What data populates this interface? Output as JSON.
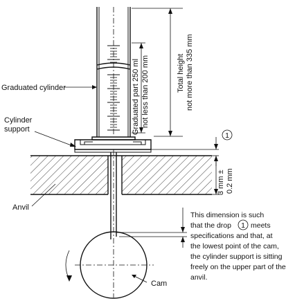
{
  "labels": {
    "graduated_cylinder": "Graduated cylinder",
    "cylinder_support_1": "Cylinder",
    "cylinder_support_2": "support",
    "anvil": "Anvil",
    "cam": "Cam",
    "graduated_part_1": "Graduated part 250 ml",
    "graduated_part_2": "not less than 200 mm",
    "total_height_1": "Total height",
    "total_height_2": "not more than 335 mm",
    "gap_1": "3 mm ±",
    "gap_2": "0.2 mm",
    "drop_marker": "1"
  },
  "note": {
    "line1_a": "This dimension is such",
    "line2_a": "that the drop",
    "line2_marker": "1",
    "line2_b": "meets",
    "line3": "specifications and that, at",
    "line4": "the lowest point of the cam,",
    "line5": "the cylinder support is sitting",
    "line6": "freely on the upper part of the",
    "line7": "anvil."
  }
}
